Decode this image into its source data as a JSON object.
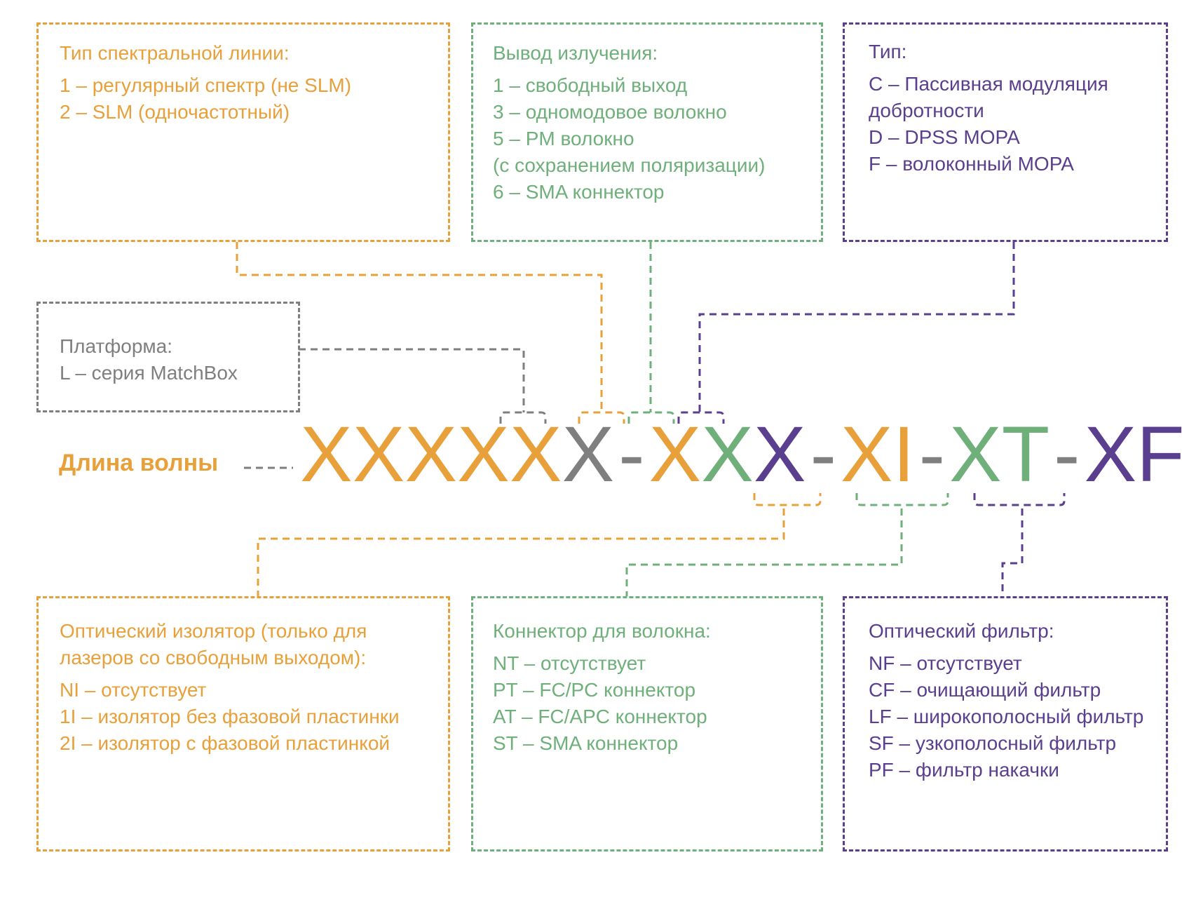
{
  "colors": {
    "orange": "#E8A03A",
    "green": "#6FB07A",
    "purple": "#5B3F8F",
    "grey": "#7F7F7F"
  },
  "boxes": {
    "spectral": {
      "title": "Тип спектральной линии:",
      "lines": [
        "1 – регулярный спектр (не SLM)",
        "2 – SLM (одночастотный)"
      ]
    },
    "output": {
      "title": "Вывод излучения:",
      "lines": [
        "1 – свободный выход",
        "3 – одномодовое волокно",
        "5 – PM волокно",
        "(с сохранением поляризации)",
        "6 – SMA коннектор"
      ]
    },
    "type": {
      "title": "Тип:",
      "lines": [
        "C – Пассивная модуляция",
        "добротности",
        "D – DPSS MOPA",
        "F – волоконный MOPA"
      ]
    },
    "platform": {
      "title": "Платформа:",
      "lines": [
        "L – серия MatchBox"
      ]
    },
    "isolator": {
      "title": "Оптический изолятор (только для лазеров со свободным выходом):",
      "lines": [
        "NI – отсутствует",
        "1I – изолятор без фазовой пластинки",
        "2I – изолятор с фазовой пластинкой"
      ]
    },
    "connector": {
      "title": "Коннектор для волокна:",
      "lines": [
        "NT – отсутствует",
        "PT – FC/PC коннектор",
        "AT – FC/APC коннектор",
        "ST – SMA коннектор"
      ]
    },
    "filter": {
      "title": "Оптический фильтр:",
      "lines": [
        "NF – отсутствует",
        "CF – очищающий фильтр",
        "LF – широкополосный фильтр",
        "SF – узкополосный фильтр",
        "PF – фильтр накачки"
      ]
    }
  },
  "wavelength_label": "Длина волны",
  "code": {
    "wavelength": "XXXXX",
    "platform": "X",
    "dash1": "-",
    "spectral": "X",
    "output": "X",
    "type": "X",
    "dash2": "-",
    "isolator": "XI",
    "dash3": "-",
    "connector": "XT",
    "dash4": "-",
    "filter": "XF"
  }
}
